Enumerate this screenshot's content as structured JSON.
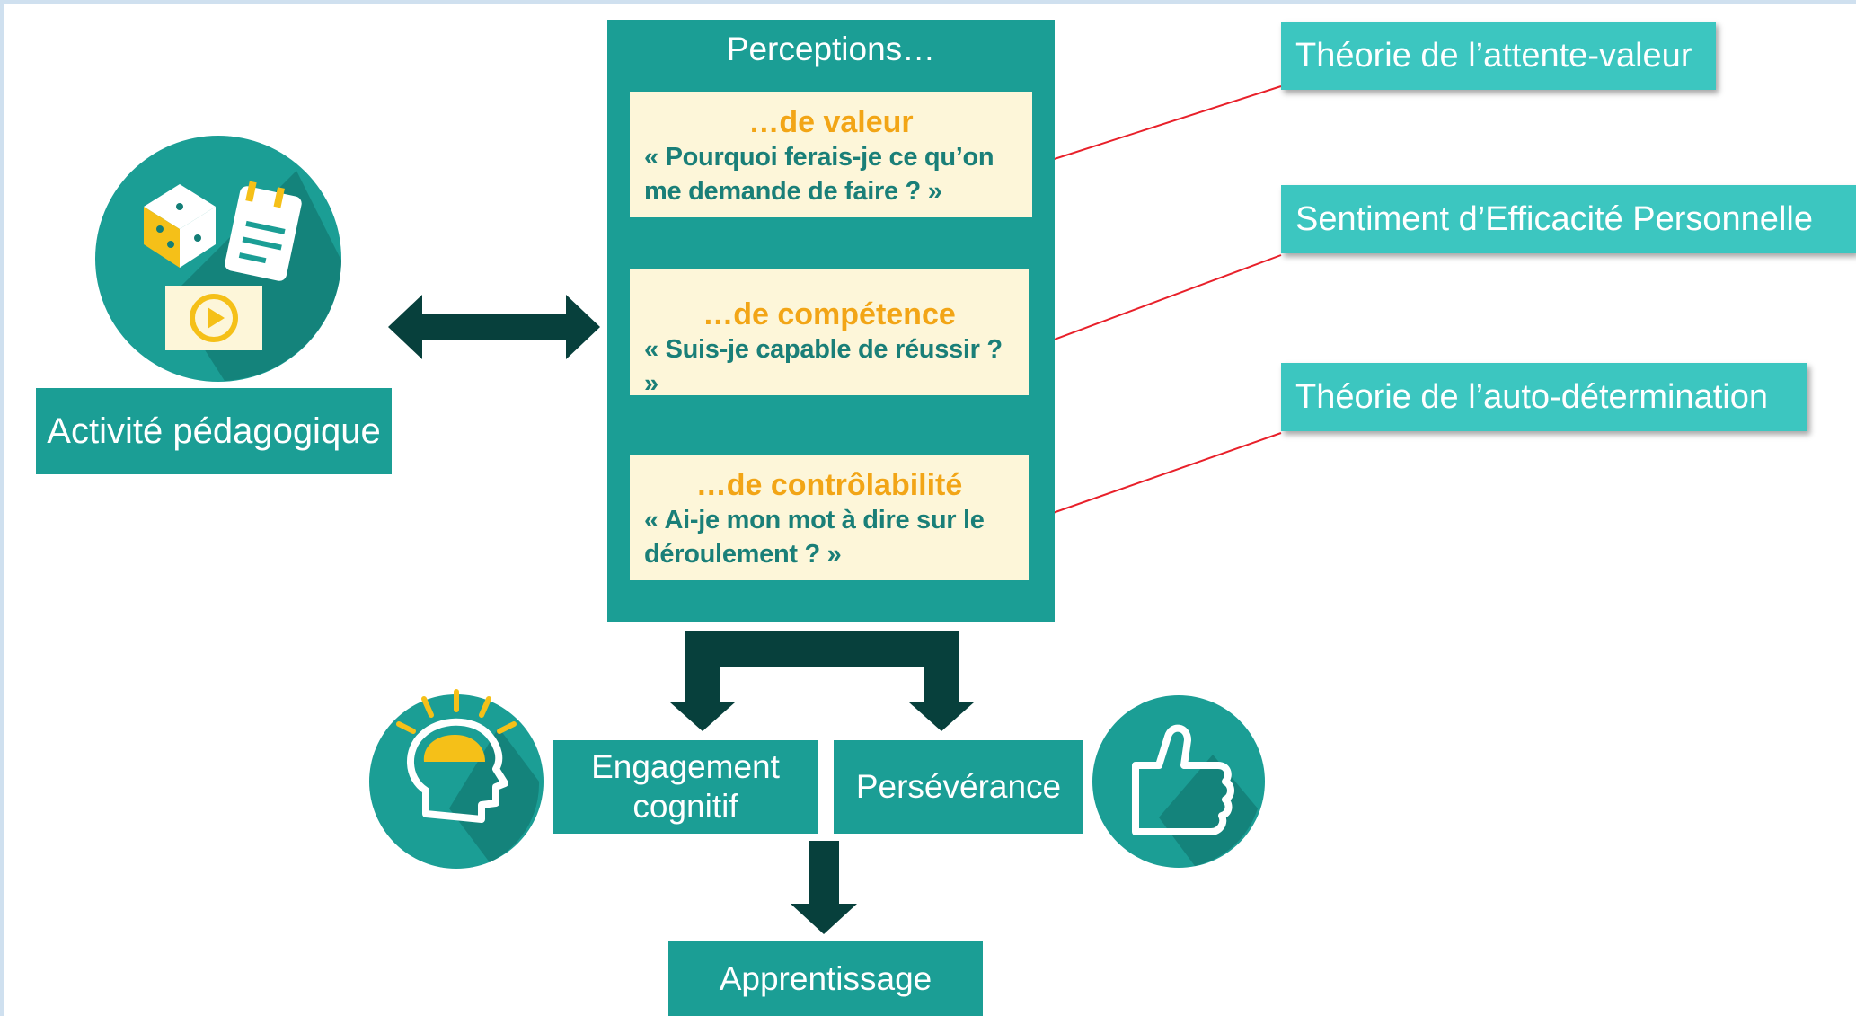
{
  "activity": {
    "label": "Activité pédagogique"
  },
  "perceptions": {
    "title": "Perceptions…",
    "cards": [
      {
        "title": "…de valeur",
        "question": "« Pourquoi ferais-je ce qu’on me demande de faire ? »"
      },
      {
        "title": "…de compétence",
        "question": "« Suis-je capable de réussir ? »"
      },
      {
        "title": "…de contrôlabilité",
        "question": "« Ai-je mon mot à dire sur le déroulement ? »"
      }
    ]
  },
  "theories": [
    {
      "label": "Théorie de l’attente-valeur"
    },
    {
      "label": "Sentiment d’Efficacité Personnelle"
    },
    {
      "label": "Théorie de l’auto-détermination"
    }
  ],
  "outcomes": {
    "engagement": "Engagement cognitif",
    "perseverance": "Persévérance",
    "learning": "Apprentissage"
  },
  "colors": {
    "teal": "#1b9e95",
    "light_teal": "#3cc6c0",
    "dark_arrow": "#07403c",
    "card_bg": "#fdf6d9",
    "card_title": "#f2a516",
    "card_text": "#1a7f78",
    "pointer_line": "#e8202a",
    "accent_yellow": "#f5c018"
  },
  "icons": [
    "dice-icon",
    "notepad-icon",
    "video-play-icon",
    "thinking-head-icon",
    "thumbs-up-icon"
  ]
}
